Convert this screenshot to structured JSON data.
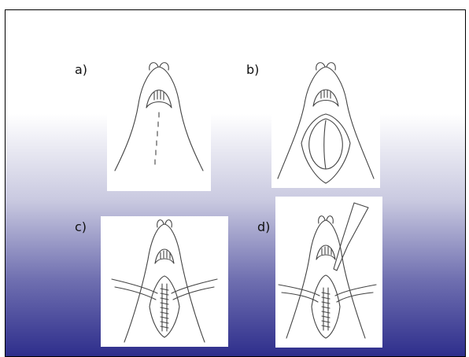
{
  "panels": [
    {
      "label": "a)",
      "step": "midline-incision-marking"
    },
    {
      "label": "b)",
      "step": "incision-open-bilobed-tissue"
    },
    {
      "label": "c)",
      "step": "suture-closure-with-retractors"
    },
    {
      "label": "d)",
      "step": "closure-with-instrument"
    }
  ],
  "colors": {
    "gradient_top": "#ffffff",
    "gradient_bottom": "#2e2e8c",
    "border": "#000000",
    "line_art": "#444444"
  }
}
